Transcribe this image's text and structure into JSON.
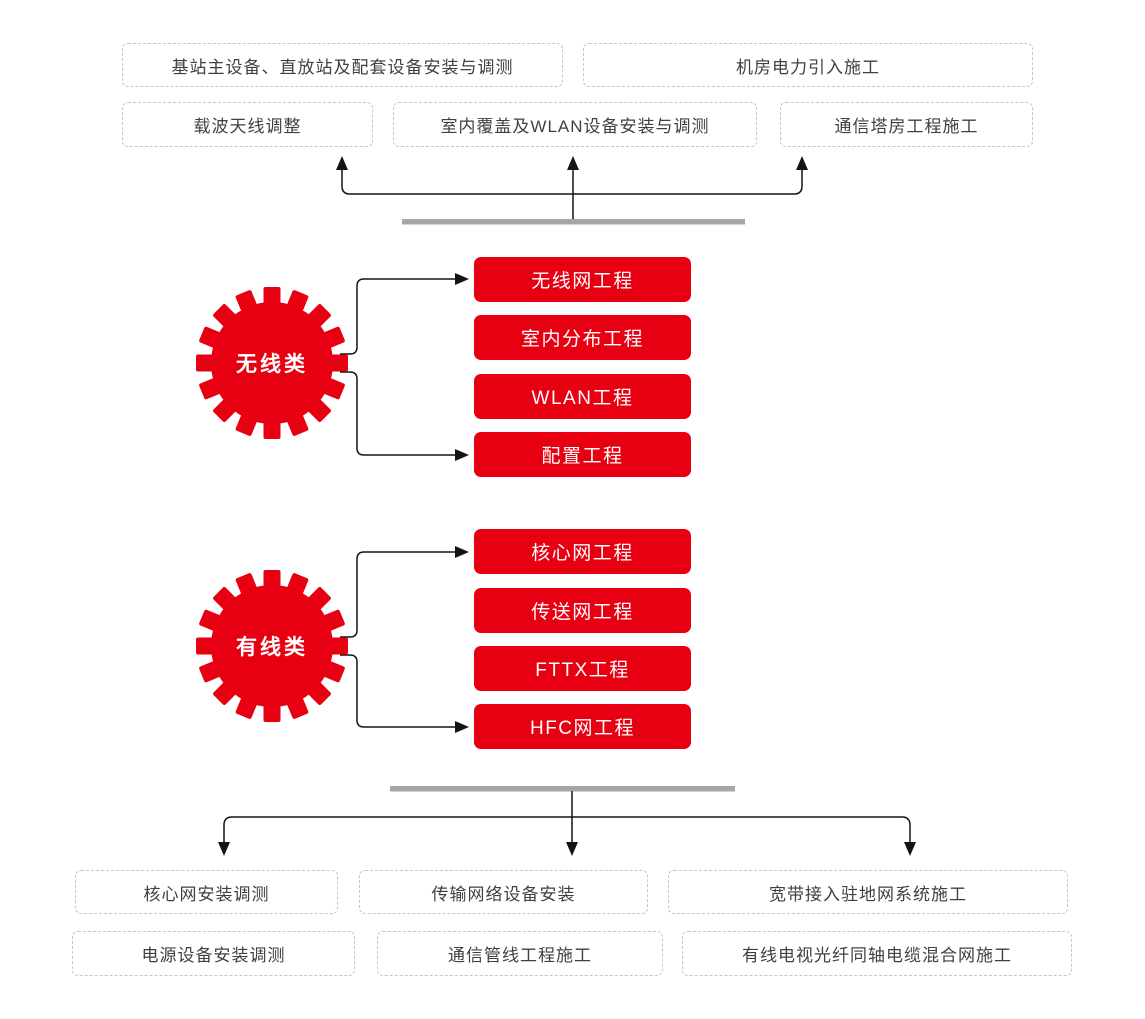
{
  "diagram": {
    "title_hint": "communication engineering classification flow diagram",
    "top": {
      "row1": [
        {
          "label": "基站主设备、直放站及配套设备安装与调测"
        },
        {
          "label": "机房电力引入施工"
        }
      ],
      "row2": [
        {
          "label": "载波天线调整"
        },
        {
          "label": "室内覆盖及WLAN设备安装与调测"
        },
        {
          "label": "通信塔房工程施工"
        }
      ]
    },
    "groups": [
      {
        "name": "无线类",
        "icon": "gear-icon",
        "items": [
          "无线网工程",
          "室内分布工程",
          "WLAN工程",
          "配置工程"
        ]
      },
      {
        "name": "有线类",
        "icon": "gear-icon",
        "items": [
          "核心网工程",
          "传送网工程",
          "FTTX工程",
          "HFC网工程"
        ]
      }
    ],
    "bottom": {
      "row1": [
        "核心网安装调测",
        "传输网络设备安装",
        "宽带接入驻地网系统施工"
      ],
      "row2": [
        "电源设备安装调测",
        "通信管线工程施工",
        "有线电视光纤同轴电缆混合网施工"
      ]
    },
    "colors": {
      "accent_red": "#e60012",
      "bar_gray": "#a6a6a6",
      "line_black": "#141414",
      "dashed_border_gray": "#c5c5c5",
      "box_text_gray": "#404040",
      "box_text_white": "#ffffff"
    }
  }
}
